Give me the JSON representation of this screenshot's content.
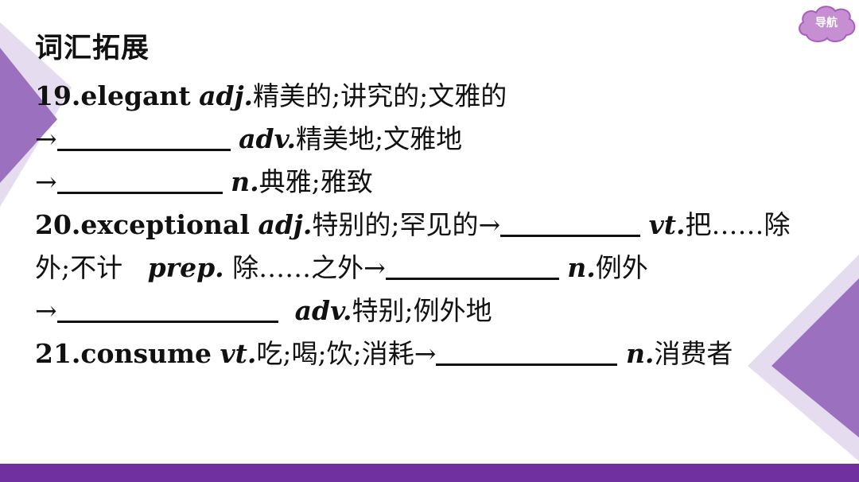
{
  "nav": {
    "label": "导航"
  },
  "title": "词汇拓展",
  "lines": {
    "l1": {
      "num_word": "19.elegant",
      "pos": "adj.",
      "meaning": "精美的;讲究的;文雅的"
    },
    "l2": {
      "arrow": "→",
      "pos": "adv.",
      "meaning": "精美地;文雅地"
    },
    "l3": {
      "arrow": "→",
      "pos": "n.",
      "meaning": "典雅;雅致"
    },
    "l4": {
      "num_word": "20.exceptional",
      "pos": "adj.",
      "meaning": "特别的;罕见的→",
      "pos2": "vt.",
      "meaning2": "把……除"
    },
    "l5": {
      "text": "外;不计",
      "pos": "prep.",
      "meaning": "除……之外→",
      "pos2": "n.",
      "meaning2": "例外"
    },
    "l6": {
      "arrow": "→",
      "pos": "adv.",
      "meaning": "特别;例外地"
    },
    "l7": {
      "num_word": "21.consume",
      "pos": "vt.",
      "meaning": "吃;喝;饮;消耗→",
      "pos2": "n.",
      "meaning2": "消费者"
    }
  }
}
